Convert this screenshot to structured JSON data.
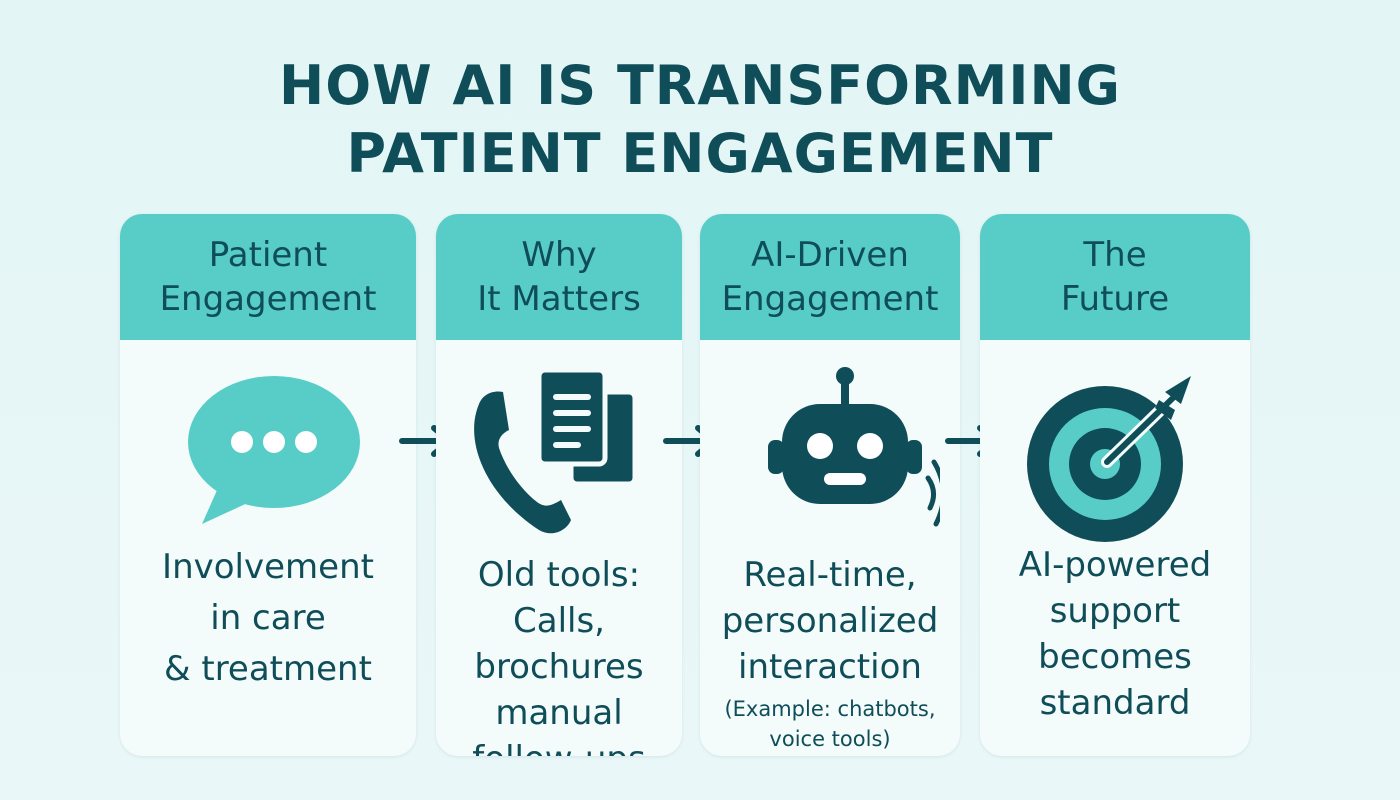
{
  "title": {
    "line1": "HOW AI IS TRANSFORMING",
    "line2": "PATIENT ENGAGEMENT"
  },
  "colors": {
    "dark_teal": "#0f4e59",
    "accent_teal": "#58cdc8",
    "card_bg": "#f4fbfb",
    "page_bg": "#e3f5f5"
  },
  "cards": [
    {
      "header": [
        "Patient",
        "Engagement"
      ],
      "icon": "chat-bubble-icon",
      "body": [
        "Involvement",
        "in care",
        "& treatment"
      ],
      "note": []
    },
    {
      "header": [
        "Why",
        "It Matters"
      ],
      "icon": "phone-and-documents-icon",
      "body": [
        "Old tools:",
        "Calls,",
        "brochures",
        "manual",
        "follow-ups"
      ],
      "note": []
    },
    {
      "header": [
        "AI-Driven",
        "Engagement"
      ],
      "icon": "robot-icon",
      "body": [
        "Real-time,",
        "personalized",
        "interaction"
      ],
      "note": [
        "(Example: chatbots,",
        "voice tools)"
      ]
    },
    {
      "header": [
        "The",
        "Future"
      ],
      "icon": "target-arrow-icon",
      "body": [
        "AI-powered",
        "support",
        "becomes",
        "standard"
      ],
      "note": []
    }
  ]
}
